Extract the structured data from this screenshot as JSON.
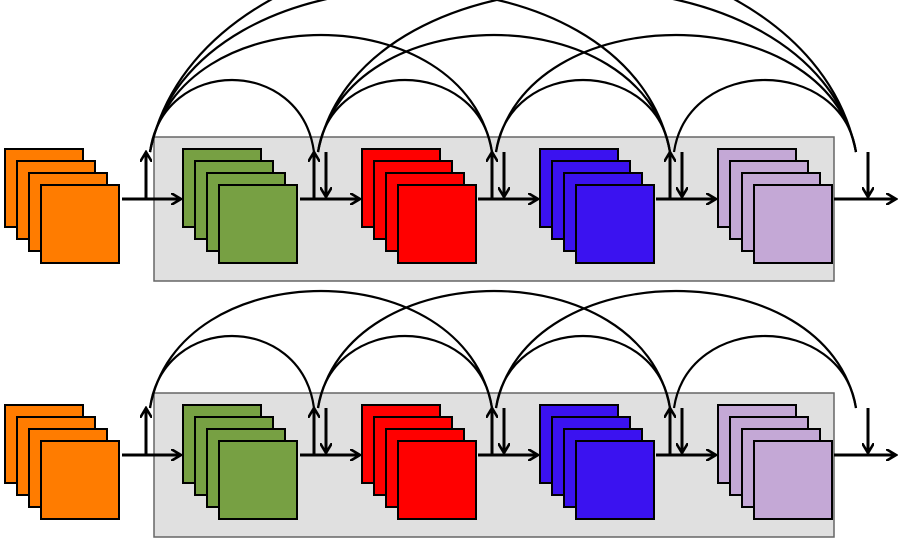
{
  "colors": {
    "input": "#ff7c00",
    "layer1": "#77a043",
    "layer2": "#ff0000",
    "layer3": "#3b12f0",
    "layer4": "#c4a8d6",
    "block_background": "#e0e0e0",
    "block_border": "#666666",
    "stroke": "#000000"
  },
  "diagrams": [
    {
      "id": "dense-connectivity",
      "layer_colors": [
        "layer1",
        "layer2",
        "layer3",
        "layer4"
      ],
      "connections": [
        [
          0,
          1
        ],
        [
          0,
          2
        ],
        [
          0,
          3
        ],
        [
          0,
          4
        ],
        [
          1,
          2
        ],
        [
          1,
          3
        ],
        [
          1,
          4
        ],
        [
          2,
          3
        ],
        [
          2,
          4
        ],
        [
          3,
          4
        ]
      ]
    },
    {
      "id": "sparse-connectivity",
      "layer_colors": [
        "layer1",
        "layer2",
        "layer3",
        "layer4"
      ],
      "connections": [
        [
          0,
          1
        ],
        [
          0,
          2
        ],
        [
          1,
          2
        ],
        [
          1,
          3
        ],
        [
          2,
          3
        ],
        [
          2,
          4
        ],
        [
          3,
          4
        ]
      ]
    }
  ]
}
